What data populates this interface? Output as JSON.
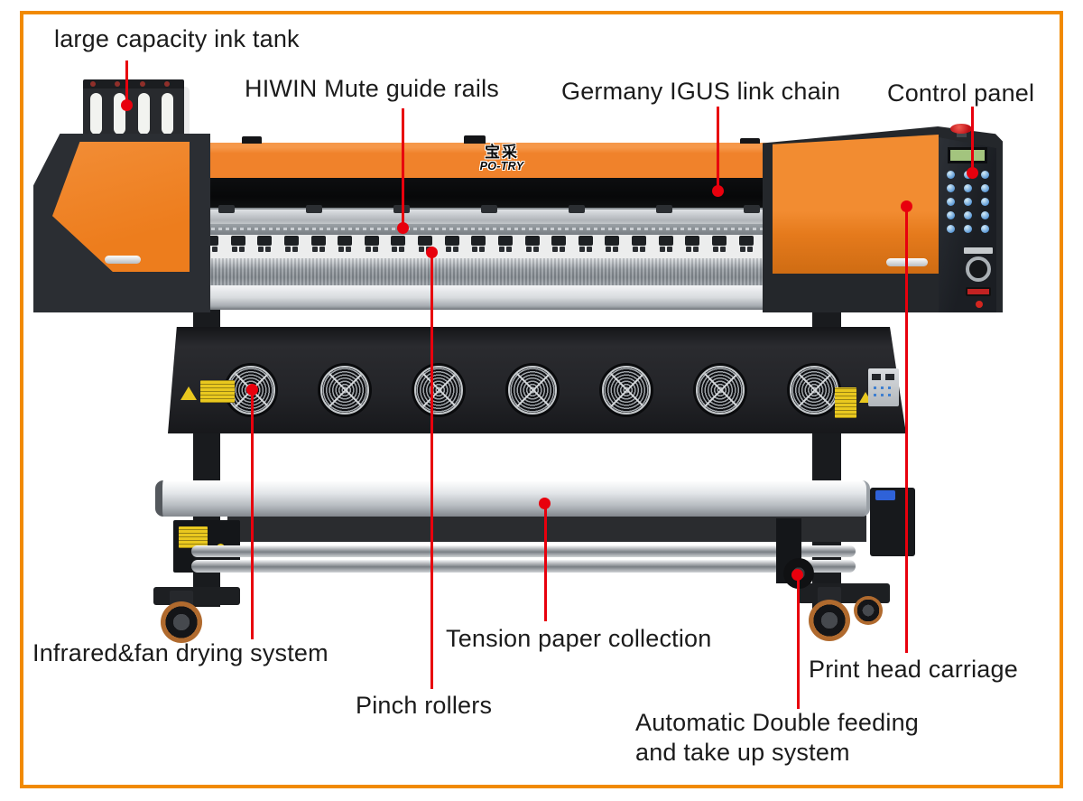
{
  "frame": {
    "color": "#f18a00"
  },
  "annotation": {
    "color": "#e8000d"
  },
  "machine": {
    "brand_logo_cn": "宝采",
    "brand_logo_en": "PO-TRY",
    "body_orange": "#f0822b",
    "fan_count": 7,
    "pinch_clamp_count": 23,
    "ink_slot_count": 4,
    "ink_screw_count": 4,
    "rail_clip_count": 7,
    "keypad_button_count": 15
  },
  "callouts": {
    "ink_tank": "large capacity ink tank",
    "guide_rails": "HIWIN Mute guide rails",
    "link_chain": "Germany IGUS link chain",
    "control_panel": "Control panel",
    "drying_system": "Infrared&fan drying system",
    "tension_collection": "Tension paper collection",
    "pinch_rollers": "Pinch rollers",
    "print_head": "Print head carriage",
    "auto_feed_line1": "Automatic Double feeding",
    "auto_feed_line2": "and take up system"
  }
}
